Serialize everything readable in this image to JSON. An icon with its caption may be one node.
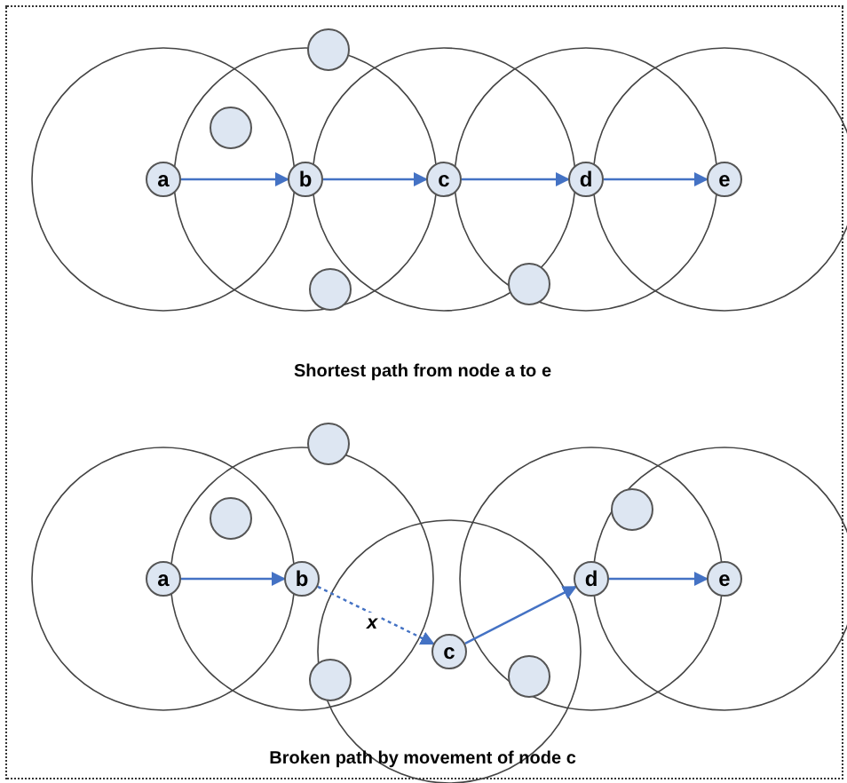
{
  "diagram": {
    "nodes": [
      {
        "text": [
          "a"
        ]
      },
      {
        "text": [
          "b"
        ]
      },
      {
        "text": [
          "c"
        ]
      },
      {
        "text": [
          "d"
        ]
      },
      {
        "text": [
          "e"
        ]
      },
      {
        "text": [],
        "shape": "circle"
      },
      {
        "text": [],
        "shape": "circle"
      },
      {
        "text": [],
        "shape": "circle"
      },
      {
        "text": [],
        "shape": "circle"
      },
      {
        "text": [
          "a"
        ]
      },
      {
        "text": [
          "b"
        ]
      },
      {
        "text": [
          "c"
        ]
      },
      {
        "text": [
          "d"
        ]
      },
      {
        "text": [
          "e"
        ]
      },
      {
        "text": [],
        "shape": "circle"
      },
      {
        "text": [],
        "shape": "circle"
      },
      {
        "text": [],
        "shape": "circle"
      },
      {
        "text": [],
        "shape": "circle"
      },
      {
        "text": [],
        "shape": "circle"
      }
    ],
    "edges": [
      {
        "from": 0,
        "to": 1,
        "arrow": "to"
      },
      {
        "from": 1,
        "to": 2,
        "arrow": "to"
      },
      {
        "from": 2,
        "to": 3,
        "arrow": "to"
      },
      {
        "from": 3,
        "to": 4,
        "arrow": "to"
      },
      {
        "from": 9,
        "to": 10,
        "arrow": "to"
      },
      {
        "from": 10,
        "to": 11,
        "arrow": "to",
        "label": "x",
        "style": "dashed"
      },
      {
        "from": 11,
        "to": 12,
        "arrow": "to"
      },
      {
        "from": 12,
        "to": 13,
        "arrow": "to"
      }
    ],
    "labels": [
      "Shortest path from node a to e",
      "Broken path by movement of node c"
    ]
  }
}
